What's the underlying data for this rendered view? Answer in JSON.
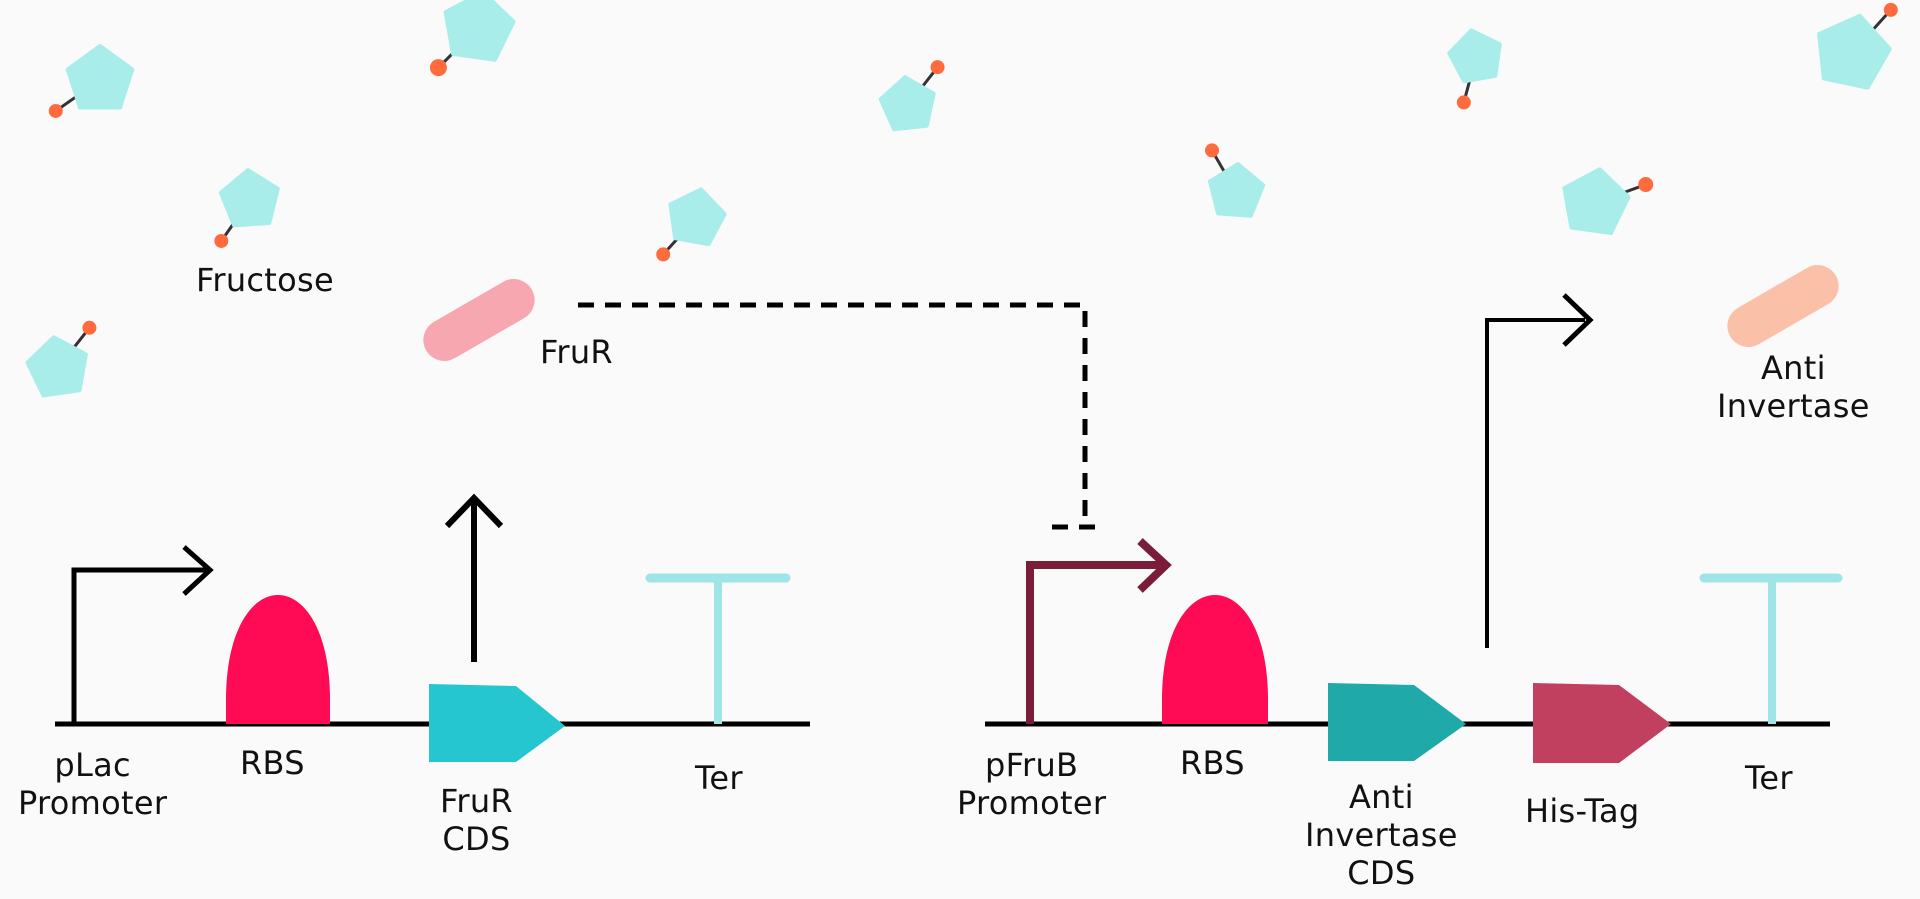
{
  "colors": {
    "background": "#fafafa",
    "fructose": "#a8ede9",
    "fructose_atom": "#ff6b3d",
    "frur_protein": "#f6a7b0",
    "anti_invertase_protein": "#fbc1a8",
    "rbs": "#ff0a54",
    "frur_cds": "#26c6d0",
    "anti_invertase_cds": "#1fa9a9",
    "his_tag": "#c2405f",
    "terminator": "#9fe5e8",
    "pfrub_promoter": "#7a1d3a",
    "line": "#000000"
  },
  "labels": {
    "fructose": "Fructose",
    "frur_protein": "FruR",
    "anti_invertase_protein": [
      "Anti",
      "Invertase"
    ],
    "plac_promoter": [
      "pLac",
      "Promoter"
    ],
    "rbs_left": "RBS",
    "frur_cds": [
      "FruR",
      "CDS"
    ],
    "ter_left": "Ter",
    "pfrub_promoter": [
      "pFruB",
      "Promoter"
    ],
    "rbs_right": "RBS",
    "anti_invertase_cds": [
      "Anti",
      "Invertase",
      "CDS"
    ],
    "his_tag": "His-Tag",
    "ter_right": "Ter"
  },
  "icons": {
    "fructose_molecule": "fructose-molecule-icon",
    "frur_protein": "frur-protein-icon",
    "anti_invertase_protein": "anti-invertase-protein-icon"
  }
}
